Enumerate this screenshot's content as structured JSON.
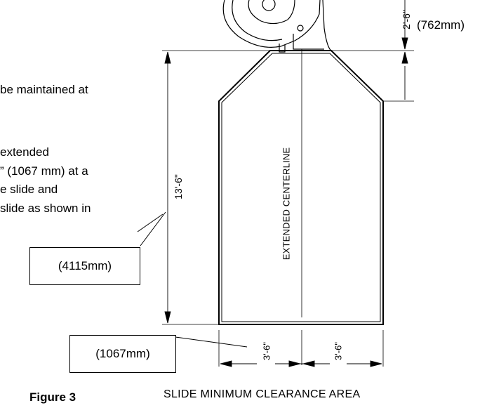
{
  "text_lines": [
    "be maintained at",
    "extended",
    "” (1067 mm) at a",
    "e slide and",
    "slide as shown in"
  ],
  "dims": {
    "top_right": "2'-6\"",
    "top_right_mm": "(762mm)",
    "left_height": "13'-6\"",
    "left_height_mm": "(4115mm)",
    "bottom_mm": "(1067mm)",
    "bottom_left": "3'-6\"",
    "bottom_right": "3'-6\""
  },
  "centerline_label": "EXTENDED CENTERLINE",
  "figure_label": "Figure 3",
  "caption": "SLIDE MINIMUM CLEARANCE AREA"
}
